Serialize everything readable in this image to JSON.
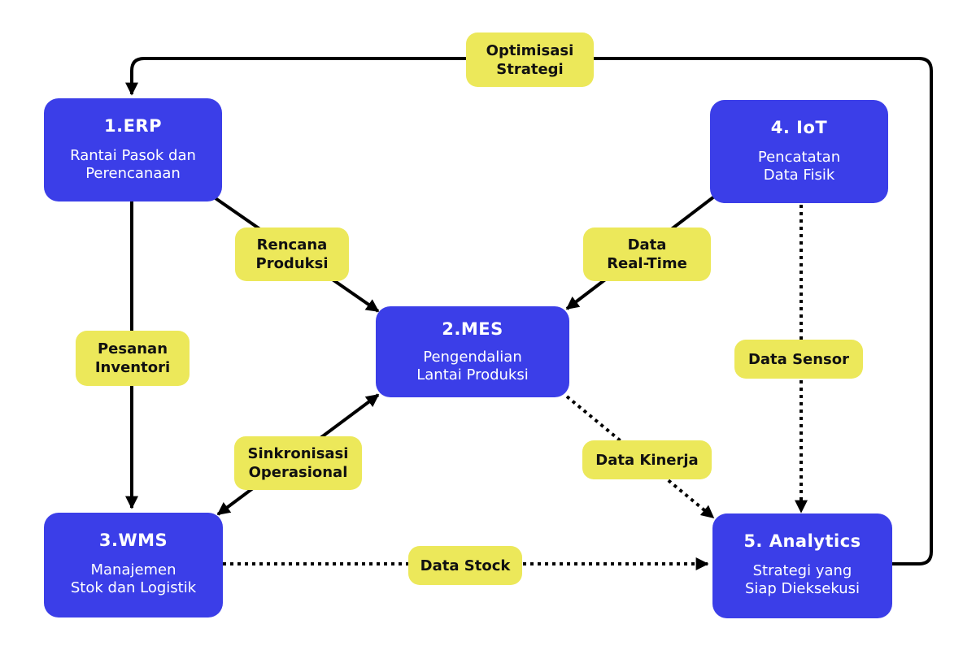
{
  "nodes": {
    "erp": {
      "title": "1.ERP",
      "desc": "Rantai Pasok dan\nPerencanaan"
    },
    "mes": {
      "title": "2.MES",
      "desc": "Pengendalian\nLantai Produksi"
    },
    "wms": {
      "title": "3.WMS",
      "desc": "Manajemen\nStok dan Logistik"
    },
    "iot": {
      "title": "4. IoT",
      "desc": "Pencatatan\nData Fisik"
    },
    "analytics": {
      "title": "5. Analytics",
      "desc": "Strategi yang\nSiap Dieksekusi"
    }
  },
  "edges": {
    "optimisasi": "Optimisasi\nStrategi",
    "rencana": "Rencana\nProduksi",
    "realtime": "Data\nReal-Time",
    "pesanan": "Pesanan\nInventori",
    "sensor": "Data Sensor",
    "sinkronisasi": "Sinkronisasi\nOperasional",
    "kinerja": "Data Kinerja",
    "stock": "Data Stock"
  },
  "colors": {
    "node": "#3b3ee8",
    "label": "#ece85a",
    "line": "#000000"
  }
}
